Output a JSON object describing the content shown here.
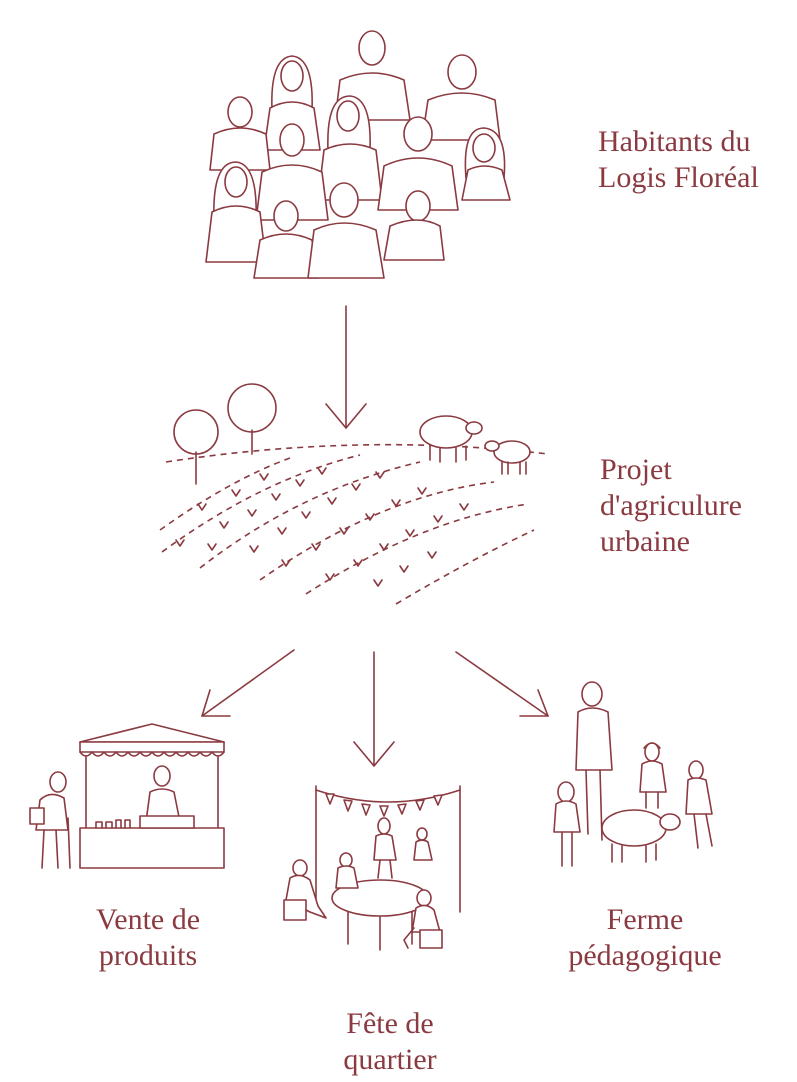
{
  "colors": {
    "ink": "#8a3a40",
    "background": "#ffffff"
  },
  "nodes": {
    "residents": {
      "line1": "Habitants du",
      "line2": "Logis Floréal",
      "icon": "crowd-of-people-icon"
    },
    "farm_project": {
      "line1": "Projet",
      "line2": "d'agriculure",
      "line3": "urbaine",
      "icon": "field-with-sheep-icon"
    },
    "sale": {
      "line1": "Vente de",
      "line2": "produits",
      "icon": "market-stall-icon"
    },
    "party": {
      "line1": "Fête de",
      "line2": "quartier",
      "icon": "neighborhood-party-icon"
    },
    "educational_farm": {
      "line1": "Ferme",
      "line2": "pédagogique",
      "icon": "family-with-sheep-icon"
    }
  }
}
